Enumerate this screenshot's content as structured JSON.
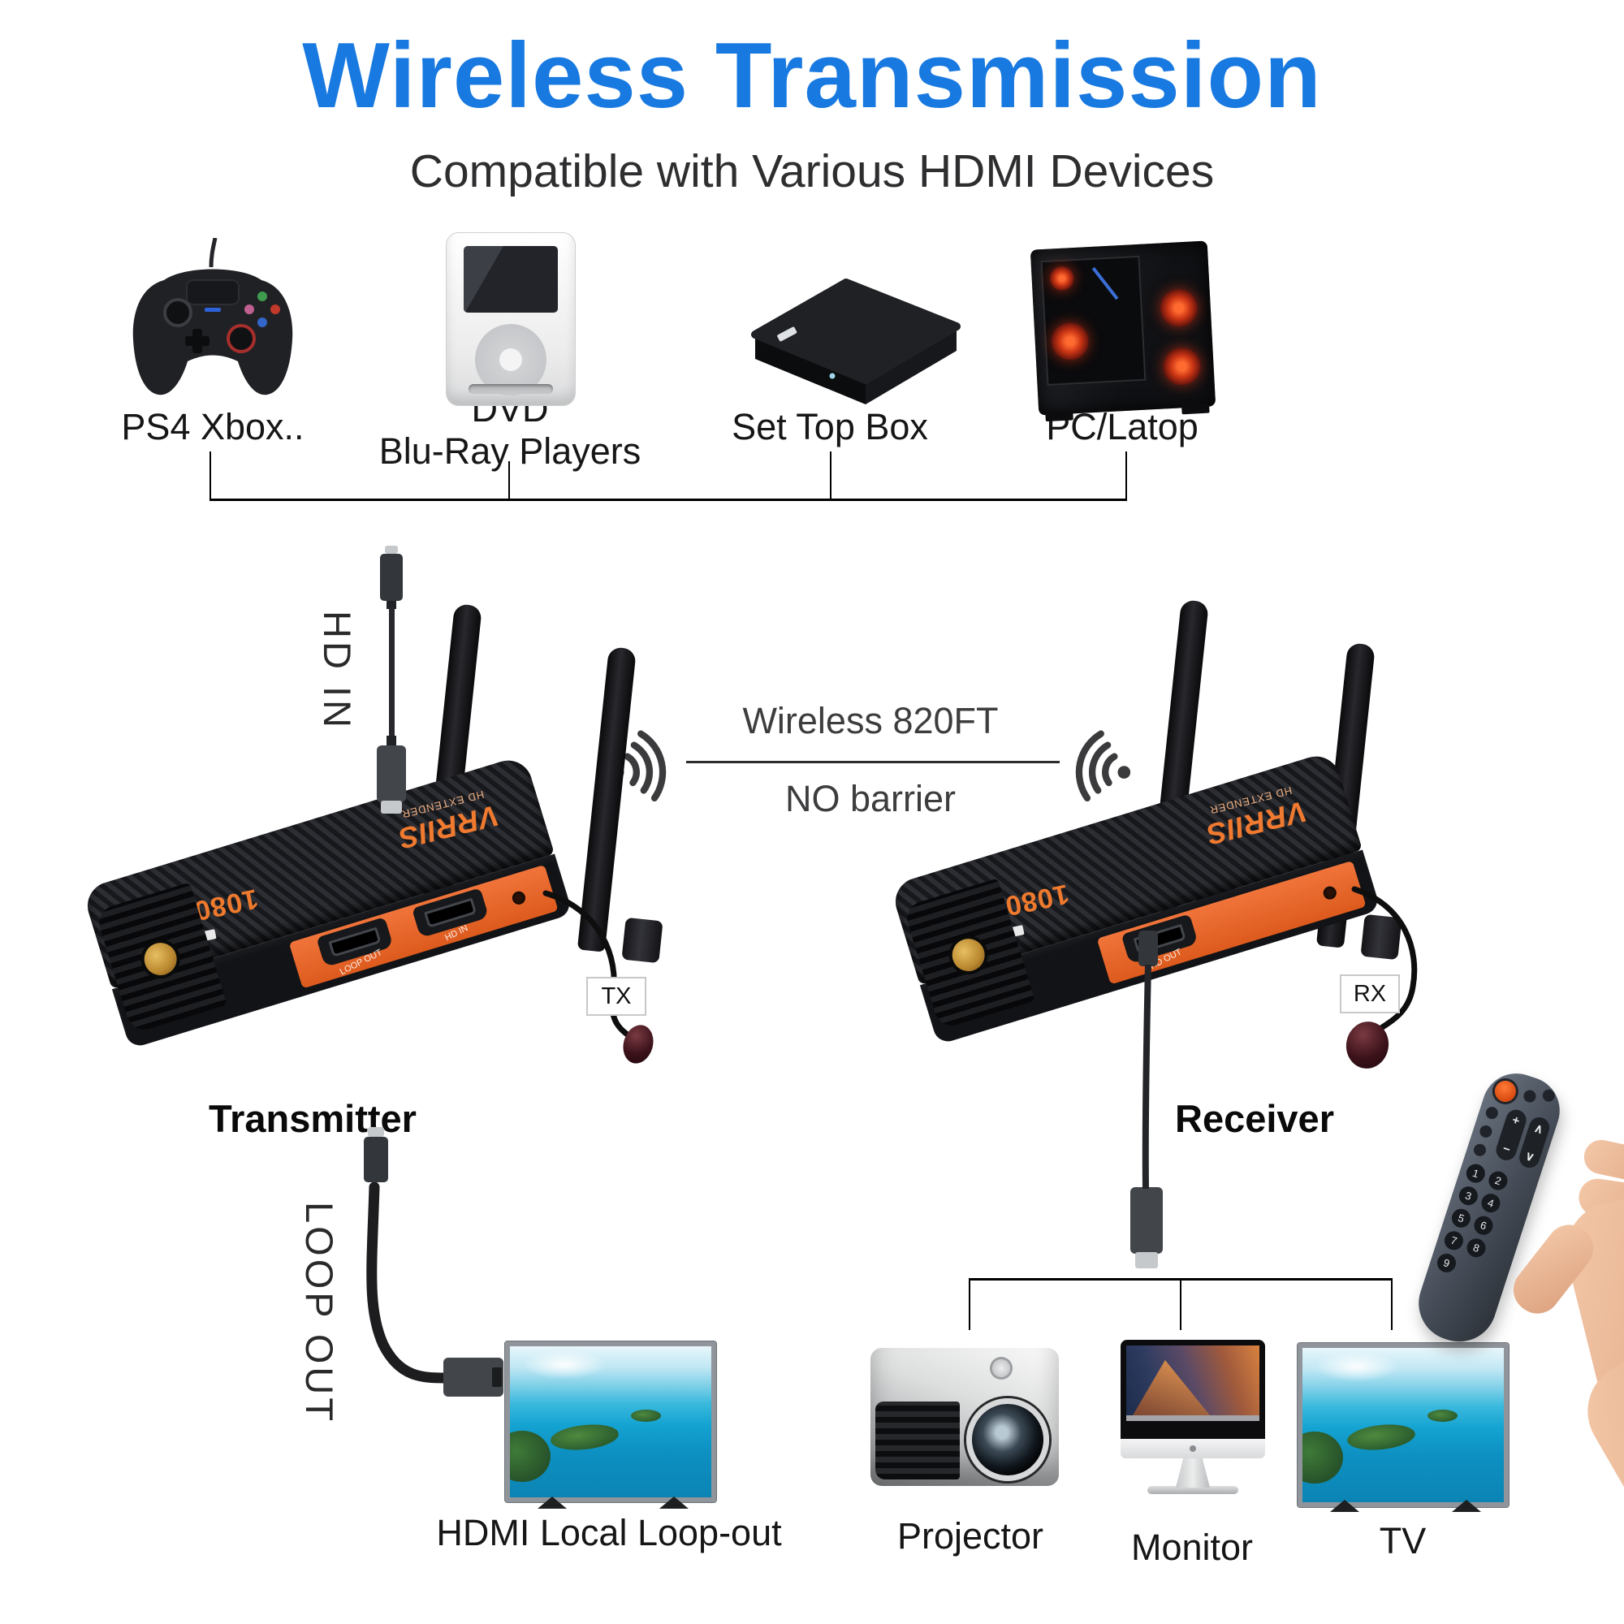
{
  "header": {
    "title": "Wireless Transmission",
    "subtitle": "Compatible with Various HDMI Devices"
  },
  "sources": [
    {
      "line1": "PS4 Xbox.."
    },
    {
      "line1": "DVD",
      "line2": "Blu-Ray Players"
    },
    {
      "line1": "Set Top Box"
    },
    {
      "line1": "PC/Latop"
    }
  ],
  "cables": {
    "hd_in": "HD IN",
    "loop_out": "LOOP OUT"
  },
  "wireless": {
    "range": "Wireless 820FT",
    "barrier": "NO barrier"
  },
  "transmitter": {
    "label": "Transmitter",
    "badge": "TX",
    "model": "1080P TX",
    "brand": "VRRIIS",
    "brand_sub": "HD EXTENDER",
    "port1_label": "LOOP OUT",
    "port2_label": "HD IN"
  },
  "receiver": {
    "label": "Receiver",
    "badge": "RX",
    "model": "1080P RX",
    "brand": "VRRIIS",
    "brand_sub": "HD EXTENDER",
    "port1_label": "HD OUT"
  },
  "loopout_caption": "HDMI Local Loop-out",
  "outputs": [
    "Projector",
    "Monitor",
    "TV"
  ],
  "remote": {
    "digits": [
      "1",
      "2",
      "3",
      "4",
      "5",
      "6",
      "7",
      "8",
      "9"
    ],
    "vol_up": "+",
    "vol_down": "−",
    "ch_up": "∧",
    "ch_down": "∨"
  },
  "colors": {
    "title_blue": "#1879e0",
    "orange": "#e8672c"
  }
}
